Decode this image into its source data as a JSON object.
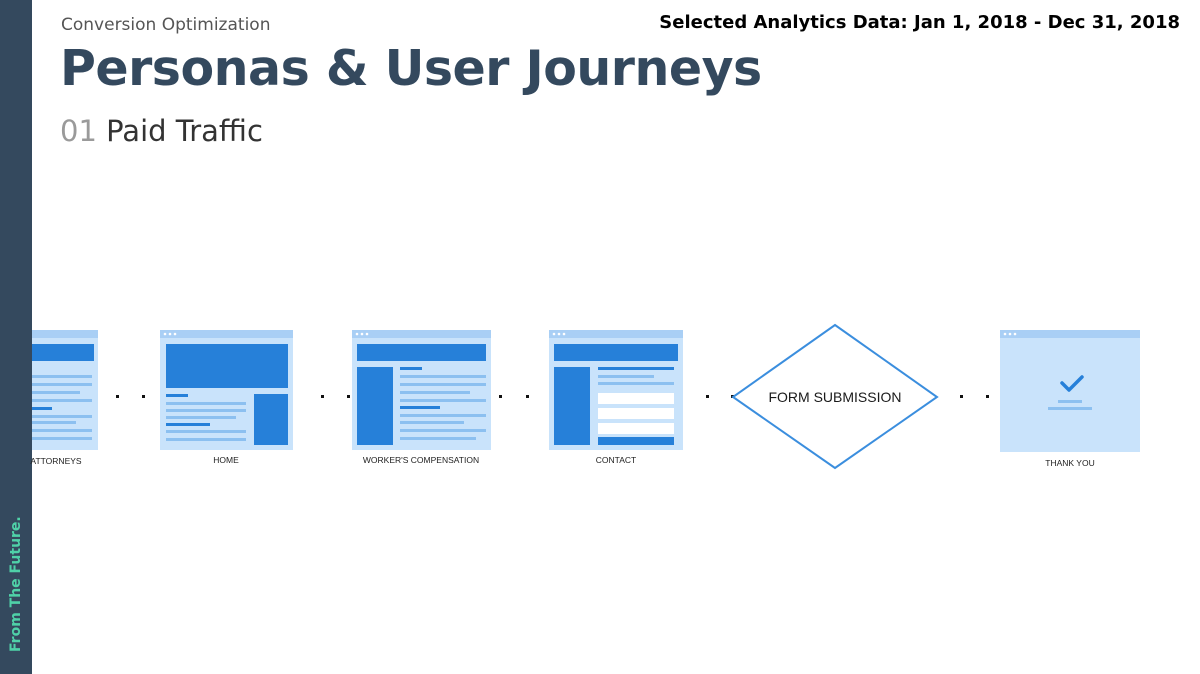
{
  "header": {
    "kicker": "Conversion Optimization",
    "analytics_range": "Selected Analytics Data: Jan 1, 2018 - Dec 31, 2018",
    "title": "Personas & User Journeys",
    "subtitle_number": "01",
    "subtitle_text": "Paid Traffic"
  },
  "sidebar": {
    "brand": "From The Future."
  },
  "journey": {
    "steps": [
      {
        "label": "ATTORNEYS",
        "kind": "list-page"
      },
      {
        "label": "HOME",
        "kind": "home-page"
      },
      {
        "label": "WORKER'S COMPENSATION",
        "kind": "sidebar-page"
      },
      {
        "label": "CONTACT",
        "kind": "form-page"
      },
      {
        "label": "FORM SUBMISSION",
        "kind": "decision"
      },
      {
        "label": "THANK YOU",
        "kind": "confirmation-page"
      }
    ]
  },
  "colors": {
    "sidebar": "#34495e",
    "brand_text": "#4fd1a8",
    "title": "#34495e",
    "page_fill": "#c9e3fb",
    "page_topbar": "#a9cff5",
    "accent_blue": "#2680d9",
    "line_blue": "#8cc0f0",
    "diamond_stroke": "#3b8ede"
  }
}
